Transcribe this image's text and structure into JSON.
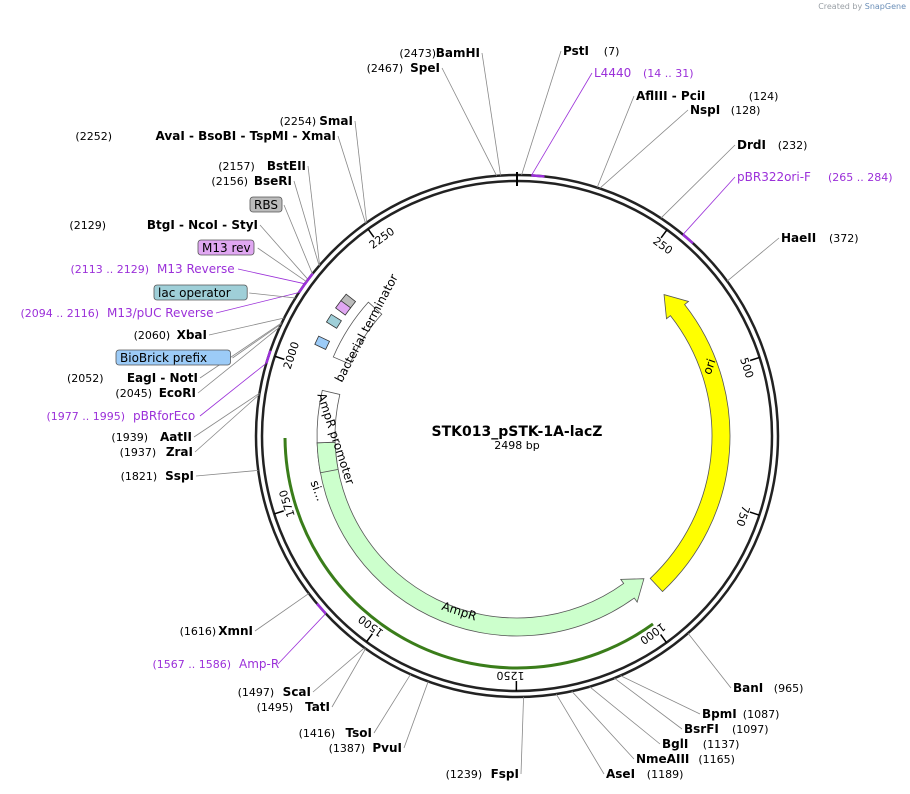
{
  "credit": {
    "prefix": "Created by",
    "brand": "SnapGene"
  },
  "plasmid": {
    "name": "STK013_pSTK-1A-lacZ",
    "length_label": "2498 bp",
    "length": 2498
  },
  "colors": {
    "enzyme": "#000000",
    "primer": "#9b30d9",
    "ori": "#ffff00",
    "ampr": "#ccffcc",
    "rbs": "#bbbbbb",
    "m13rev": "#e0a7f2",
    "lacop": "#9fcfd8",
    "biobrick": "#9ccbf7"
  },
  "ticks": [
    {
      "pos": 250,
      "label": "250"
    },
    {
      "pos": 500,
      "label": "500"
    },
    {
      "pos": 750,
      "label": "750"
    },
    {
      "pos": 1000,
      "label": "1000"
    },
    {
      "pos": 1250,
      "label": "1250"
    },
    {
      "pos": 1500,
      "label": "1500"
    },
    {
      "pos": 1750,
      "label": "1750"
    },
    {
      "pos": 2000,
      "label": "2000"
    },
    {
      "pos": 2250,
      "label": "2250"
    }
  ],
  "enzymes": [
    {
      "name": "BamHI",
      "pos": "(2473)",
      "side": "left",
      "anchor": 2473
    },
    {
      "name": "SpeI",
      "pos": "(2467)",
      "side": "left",
      "anchor": 2467
    },
    {
      "name": "PstI",
      "pos": "(7)",
      "side": "right",
      "anchor": 7
    },
    {
      "name": "AflIII  - PciI",
      "pos": "(124)",
      "side": "right",
      "anchor": 124
    },
    {
      "name": "NspI",
      "pos": "(128)",
      "side": "right",
      "anchor": 128
    },
    {
      "name": "DrdI",
      "pos": "(232)",
      "side": "right",
      "anchor": 232
    },
    {
      "name": "HaeII",
      "pos": "(372)",
      "side": "right",
      "anchor": 372
    },
    {
      "name": "SmaI",
      "pos": "(2254)",
      "side": "left",
      "anchor": 2254
    },
    {
      "name": "AvaI  - BsoBI  - TspMI  - XmaI",
      "pos": "(2252)",
      "side": "left",
      "anchor": 2252
    },
    {
      "name": "BstEII",
      "pos": "(2157)",
      "side": "left",
      "anchor": 2157
    },
    {
      "name": "BseRI",
      "pos": "(2156)",
      "side": "left",
      "anchor": 2156
    },
    {
      "name": "BtgI  - NcoI  - StyI",
      "pos": "(2129)",
      "side": "left",
      "anchor": 2129
    },
    {
      "name": "XbaI",
      "pos": "(2060)",
      "side": "left",
      "anchor": 2060
    },
    {
      "name": "EagI  - NotI",
      "pos": "(2052)",
      "side": "left",
      "anchor": 2052
    },
    {
      "name": "EcoRI",
      "pos": "(2045)",
      "side": "left",
      "anchor": 2045
    },
    {
      "name": "AatII",
      "pos": "(1939)",
      "side": "left",
      "anchor": 1939
    },
    {
      "name": "ZraI",
      "pos": "(1937)",
      "side": "left",
      "anchor": 1937
    },
    {
      "name": "SspI",
      "pos": "(1821)",
      "side": "left",
      "anchor": 1821
    },
    {
      "name": "XmnI",
      "pos": "(1616)",
      "side": "left",
      "anchor": 1616
    },
    {
      "name": "ScaI",
      "pos": "(1497)",
      "side": "left",
      "anchor": 1497
    },
    {
      "name": "TatI",
      "pos": "(1495)",
      "side": "left",
      "anchor": 1495
    },
    {
      "name": "TsoI",
      "pos": "(1416)",
      "side": "left",
      "anchor": 1416
    },
    {
      "name": "PvuI",
      "pos": "(1387)",
      "side": "left",
      "anchor": 1387
    },
    {
      "name": "FspI",
      "pos": "(1239)",
      "side": "left",
      "anchor": 1239
    },
    {
      "name": "AseI",
      "pos": "(1189)",
      "side": "right",
      "anchor": 1189
    },
    {
      "name": "NmeAIII",
      "pos": "(1165)",
      "side": "right",
      "anchor": 1165
    },
    {
      "name": "BglI",
      "pos": "(1137)",
      "side": "right",
      "anchor": 1137
    },
    {
      "name": "BsrFI",
      "pos": "(1097)",
      "side": "right",
      "anchor": 1097
    },
    {
      "name": "BpmI",
      "pos": "(1087)",
      "side": "right",
      "anchor": 1087
    },
    {
      "name": "BanI",
      "pos": "(965)",
      "side": "right",
      "anchor": 965
    }
  ],
  "primers": [
    {
      "name": "L4440",
      "range": "(14 .. 31)",
      "side": "right",
      "anchor": 22
    },
    {
      "name": "pBR322ori-F",
      "range": "(265 .. 284)",
      "side": "right",
      "anchor": 274
    },
    {
      "name": "M13 Reverse",
      "range": "(2113 .. 2129)",
      "side": "left",
      "anchor": 2121
    },
    {
      "name": "M13/pUC Reverse",
      "range": "(2094 .. 2116)",
      "side": "left",
      "anchor": 2105
    },
    {
      "name": "pBRforEco",
      "range": "(1977 .. 1995)",
      "side": "left",
      "anchor": 1986
    },
    {
      "name": "Amp-R",
      "range": "(1567 .. 1586)",
      "side": "left",
      "anchor": 1576
    }
  ],
  "boxed_features": [
    {
      "name": "RBS",
      "color": "#bbbbbb",
      "anchor": 2140
    },
    {
      "name": "M13 rev",
      "color": "#e0a7f2",
      "anchor": 2125
    },
    {
      "name": "lac operator",
      "color": "#9fcfd8",
      "anchor": 2095
    },
    {
      "name": "BioBrick prefix",
      "color": "#9ccbf7",
      "anchor": 2050
    }
  ],
  "features": [
    {
      "name": "ori",
      "start": 360,
      "end": 950,
      "color": "#ffff00",
      "dir": "ccw"
    },
    {
      "name": "AmpR",
      "start": 1000,
      "end": 1860,
      "color": "#ccffcc",
      "dir": "ccw"
    },
    {
      "name": "si...",
      "start": 1800,
      "end": 1860,
      "color": "#ccffcc",
      "dir": "none"
    },
    {
      "name": "AmpR promoter",
      "start": 1860,
      "end": 1965,
      "color": "#ffffff",
      "dir": "none"
    },
    {
      "name": "bacterial terminator",
      "start": 2035,
      "end": 2165,
      "color": "#ffffff",
      "dir": "none"
    }
  ]
}
